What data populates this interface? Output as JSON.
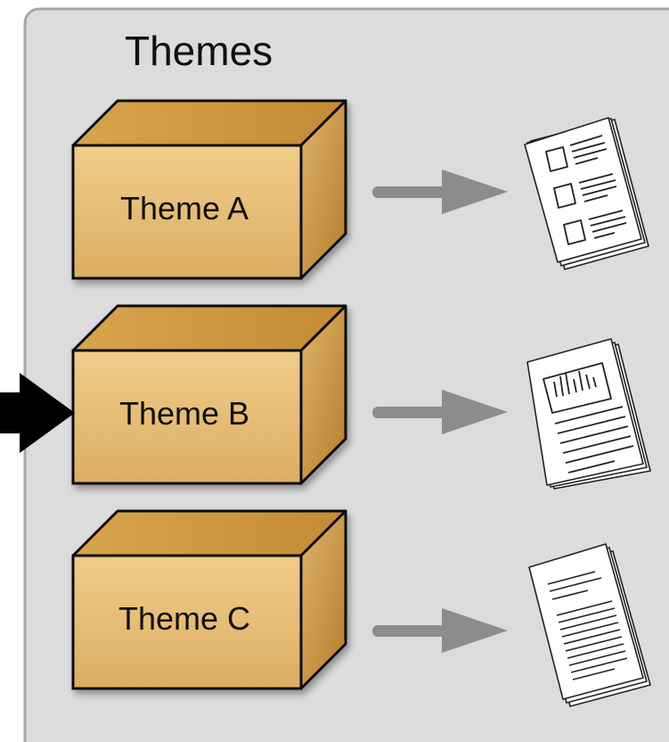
{
  "panel": {
    "title": "Themes",
    "background_color": "#dcdcdc",
    "border_color": "#a8a8a8"
  },
  "themes": [
    {
      "label": "Theme A",
      "output_doc": "form-document-icon"
    },
    {
      "label": "Theme B",
      "output_doc": "chart-report-document-icon"
    },
    {
      "label": "Theme C",
      "output_doc": "text-document-icon"
    }
  ],
  "input_arrow": {
    "points_to": "Theme B",
    "color": "#000000"
  },
  "output_arrow_color": "#8c8c8c",
  "box_colors": {
    "front": "#e7bd74",
    "top": "#d39f48",
    "side": "#c9913a"
  }
}
